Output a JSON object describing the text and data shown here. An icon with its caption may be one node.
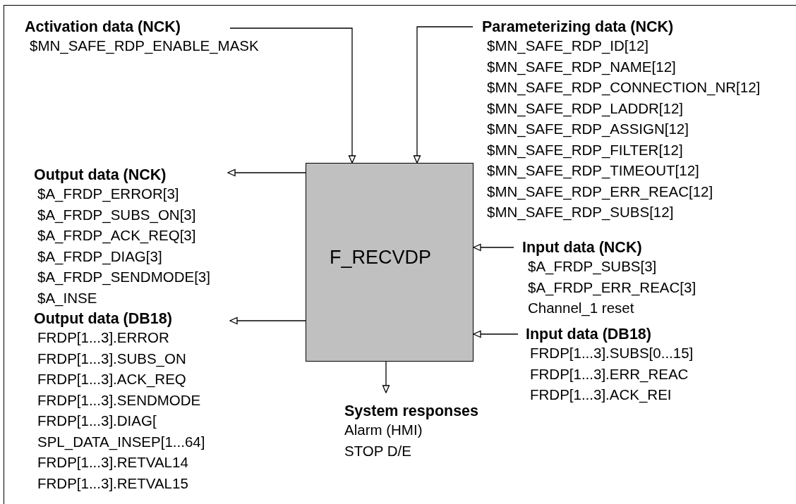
{
  "diagram": {
    "nodes": [
      {
        "text": [
          "Activation data (NCK)",
          "$MN_SAFE_RDP_ENABLE_MASK"
        ]
      },
      {
        "text": [
          "Parameterizing data (NCK)",
          "$MN_SAFE_RDP_ID[12]",
          "$MN_SAFE_RDP_NAME[12]",
          "$MN_SAFE_RDP_CONNECTION_NR[12]",
          "$MN_SAFE_RDP_LADDR[12]",
          "$MN_SAFE_RDP_ASSIGN[12]",
          "$MN_SAFE_RDP_FILTER[12]",
          "$MN_SAFE_RDP_TIMEOUT[12]",
          "$MN_SAFE_RDP_ERR_REAC[12]",
          "$MN_SAFE_RDP_SUBS[12]"
        ]
      },
      {
        "text": [
          "F_RECVDP"
        ]
      },
      {
        "text": [
          "Output data (NCK)",
          "$A_FRDP_ERROR[3]",
          "$A_FRDP_SUBS_ON[3]",
          "$A_FRDP_ACK_REQ[3]",
          "$A_FRDP_DIAG[3]",
          "$A_FRDP_SENDMODE[3]",
          "$A_INSE"
        ]
      },
      {
        "text": [
          "Input data (NCK)",
          "$A_FRDP_SUBS[3]",
          "$A_FRDP_ERR_REAC[3]",
          "Channel_1 reset"
        ]
      },
      {
        "text": [
          "Output data (DB18)",
          "FRDP[1...3].ERROR",
          "FRDP[1...3].SUBS_ON",
          "FRDP[1...3].ACK_REQ",
          "FRDP[1...3].SENDMODE",
          "FRDP[1...3].DIAG[",
          "SPL_DATA_INSEP[1...64]",
          "FRDP[1...3].RETVAL14",
          "FRDP[1...3].RETVAL15"
        ]
      },
      {
        "text": [
          "Input data (DB18)",
          "FRDP[1...3].SUBS[0...15]",
          "FRDP[1...3].ERR_REAC",
          "FRDP[1...3].ACK_REI"
        ]
      },
      {
        "text": [
          "System responses",
          "Alarm (HMI)",
          "STOP D/E"
        ]
      }
    ],
    "edges": [
      {
        "from": 0,
        "to": 2,
        "arrow": "to"
      },
      {
        "from": 1,
        "to": 2,
        "arrow": "to"
      },
      {
        "from": 2,
        "to": 3,
        "arrow": "to"
      },
      {
        "from": 4,
        "to": 2,
        "arrow": "to"
      },
      {
        "from": 2,
        "to": 5,
        "arrow": "to"
      },
      {
        "from": 6,
        "to": 2,
        "arrow": "to"
      },
      {
        "from": 2,
        "to": 7,
        "arrow": "to"
      }
    ]
  }
}
